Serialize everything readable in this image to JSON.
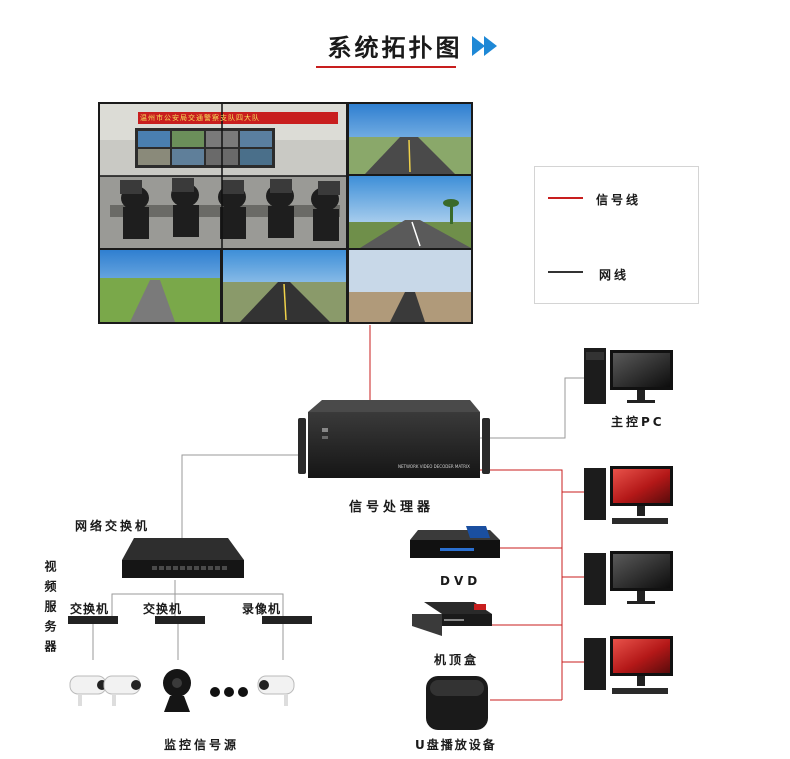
{
  "title": "系统拓扑图",
  "legend": {
    "signal_line": "信号线",
    "network_line": "网线"
  },
  "colors": {
    "signal": "#c81e1e",
    "network": "#9a9a9a",
    "title_arrow": "#1e88d6"
  },
  "nodes": {
    "processor": "信号处理器",
    "main_pc": "主控PC",
    "network_switch": "网络交换机",
    "video_server": "视频服务器",
    "switch_a": "交换机",
    "switch_b": "交换机",
    "recorder": "录像机",
    "monitor_source": "监控信号源",
    "dvd": "DVD",
    "settop_box": "机顶盒",
    "usb_player": "U盘播放设备"
  },
  "processor_panel_text": "NETWORK VIDEO DECODER MATRIX",
  "wall_banner_text": "温州市公安局交通警察支队四大队"
}
